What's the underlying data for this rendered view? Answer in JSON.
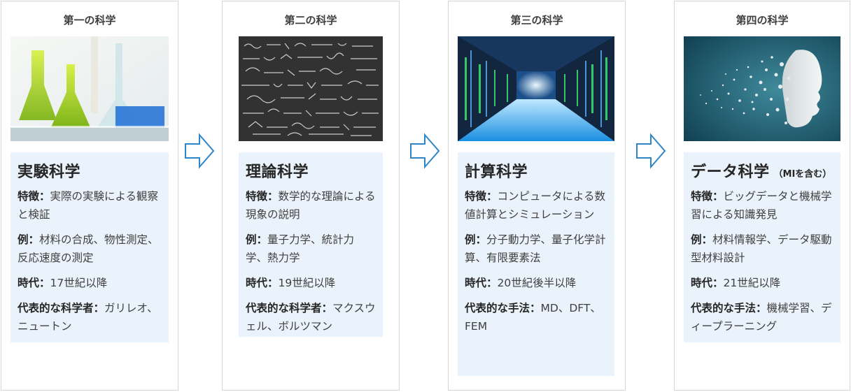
{
  "colors": {
    "arrow": "#2e86c8",
    "info_bg": "#eaf2fb",
    "border": "#d4d4d4"
  },
  "cards": [
    {
      "heading": "第一の科学",
      "image_icon": "lab-flasks-image",
      "title": "実験科学",
      "subtitle": "",
      "features_label": "特徴：",
      "features": "実際の実験による観察と検証",
      "examples_label": "例：",
      "examples": "材料の合成、物性測定、反応速度の測定",
      "era_label": "時代：",
      "era": "17世紀以降",
      "rep_label": "代表的な科学者：",
      "rep": "ガリレオ、ニュートン"
    },
    {
      "heading": "第二の科学",
      "image_icon": "chalkboard-equations-image",
      "title": "理論科学",
      "subtitle": "",
      "features_label": "特徴：",
      "features": "数学的な理論による現象の説明",
      "examples_label": "例：",
      "examples": "量子力学、統計力学、熱力学",
      "era_label": "時代：",
      "era": "19世紀以降",
      "rep_label": "代表的な科学者：",
      "rep": "マクスウェル、ボルツマン"
    },
    {
      "heading": "第三の科学",
      "image_icon": "server-room-image",
      "title": "計算科学",
      "subtitle": "",
      "features_label": "特徴：",
      "features": "コンピュータによる数値計算とシミュレーション",
      "examples_label": "例：",
      "examples": "分子動力学、量子化学計算、有限要素法",
      "era_label": "時代：",
      "era": "20世紀後半以降",
      "rep_label": "代表的な手法：",
      "rep": "MD、DFT、FEM"
    },
    {
      "heading": "第四の科学",
      "image_icon": "data-particle-face-image",
      "title": "データ科学",
      "subtitle": "（MIを含む）",
      "features_label": "特徴：",
      "features": "ビッグデータと機械学習による知識発見",
      "examples_label": "例：",
      "examples": "材料情報学、データ駆動型材料設計",
      "era_label": "時代：",
      "era": "21世紀以降",
      "rep_label": "代表的な手法：",
      "rep": "機械学習、ディープラーニング"
    }
  ],
  "arrows": [
    "right-arrow-icon",
    "right-arrow-icon",
    "right-arrow-icon"
  ]
}
